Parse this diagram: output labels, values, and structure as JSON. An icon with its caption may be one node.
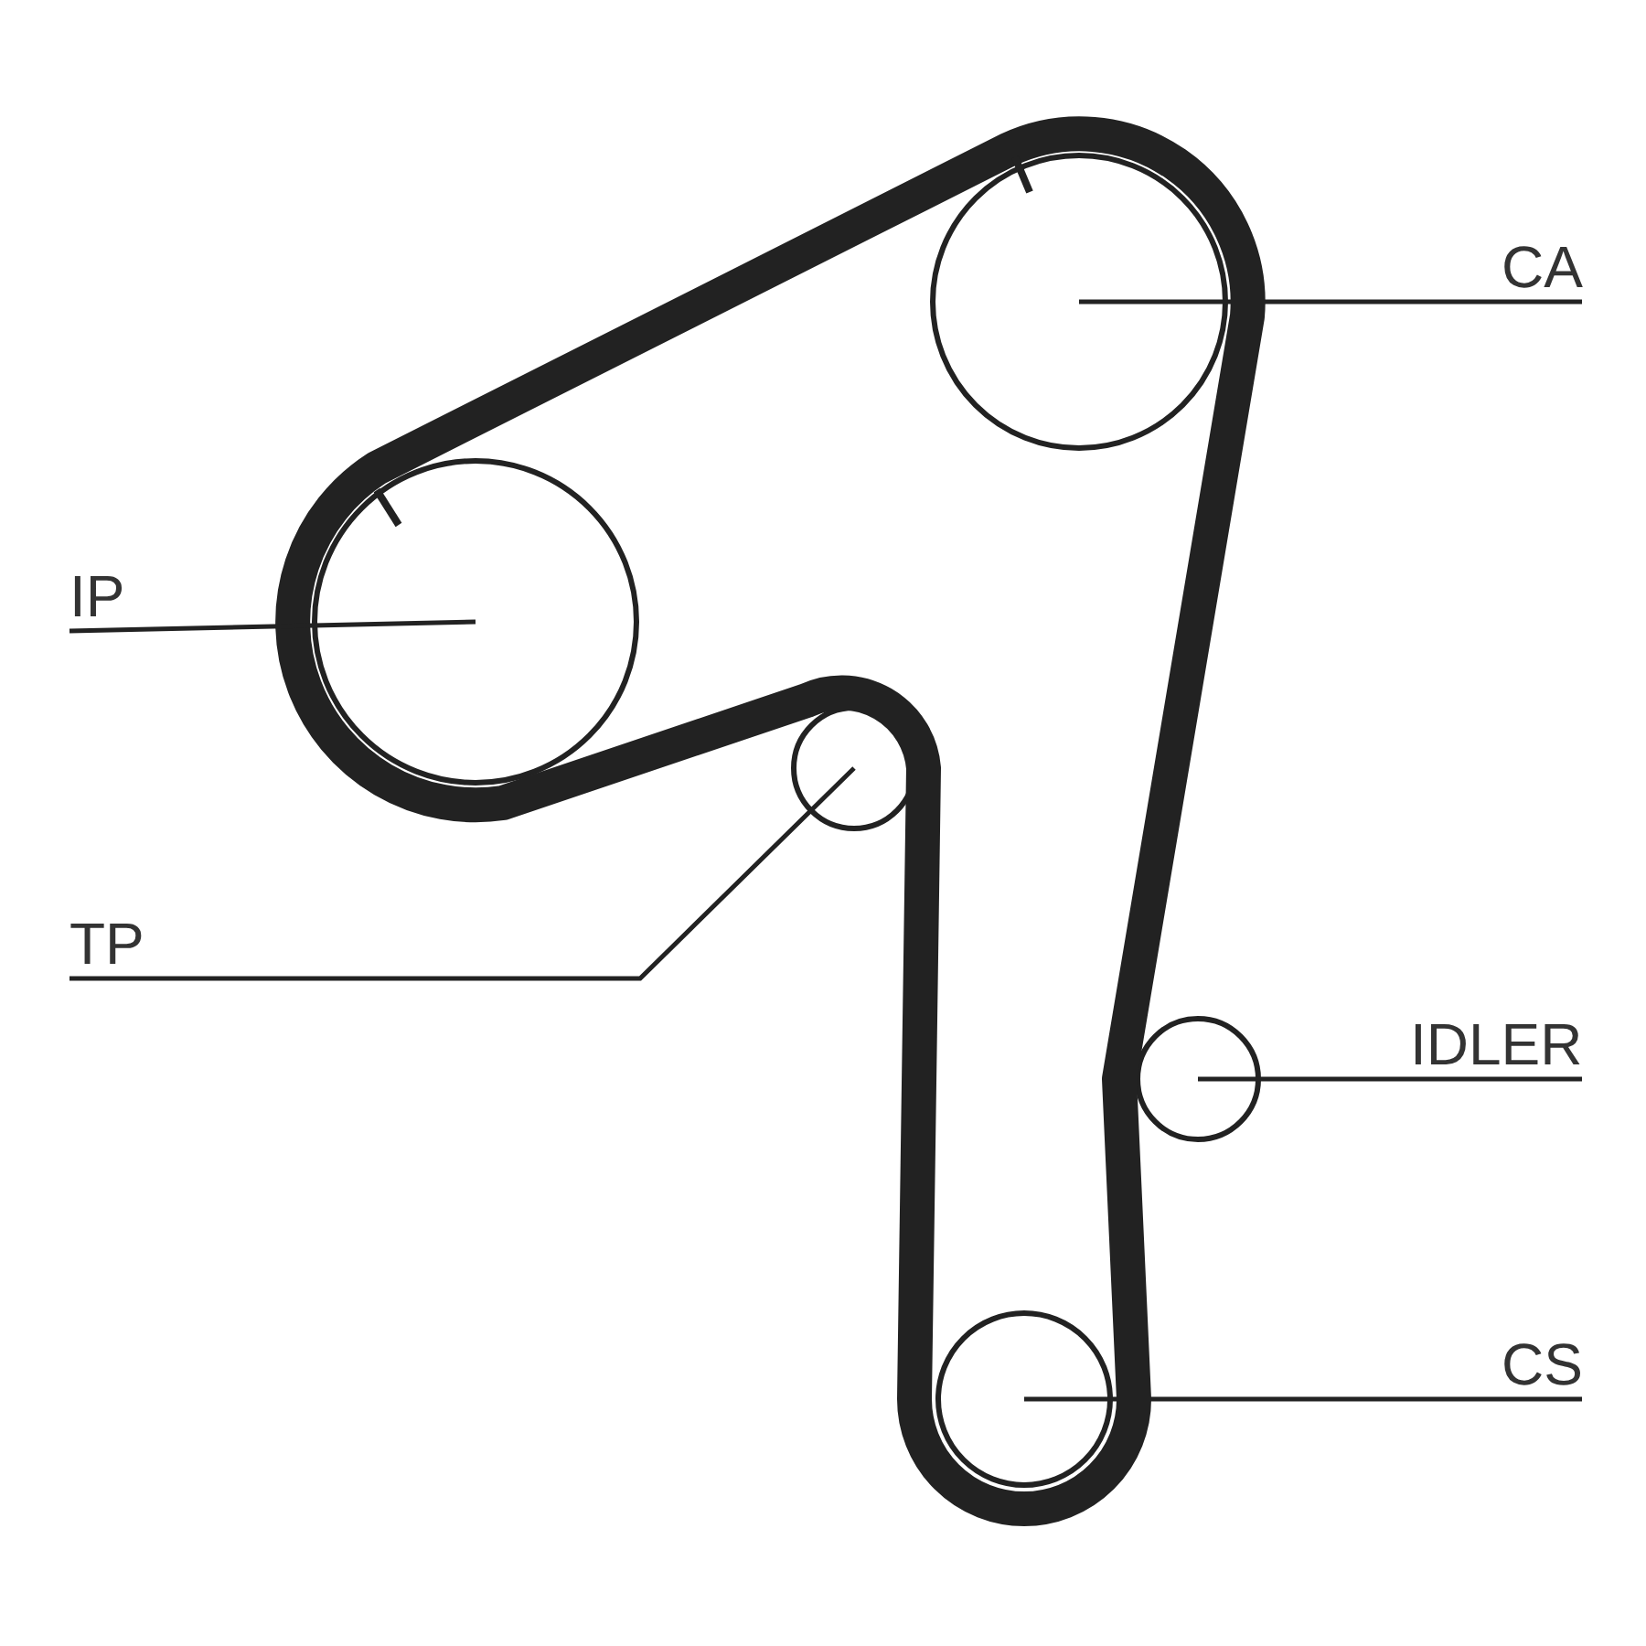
{
  "diagram": {
    "nodes": [
      {
        "text": [
          "CA"
        ]
      },
      {
        "text": [
          "IP"
        ]
      },
      {
        "text": [
          "TP"
        ]
      },
      {
        "text": [
          "IDLER"
        ]
      },
      {
        "text": [
          "CS"
        ]
      },
      {
        "text": [],
        "shape": "circle"
      },
      {
        "text": [],
        "shape": "circle"
      },
      {
        "text": [],
        "shape": "circle"
      },
      {
        "text": [],
        "shape": "circle"
      },
      {
        "text": [],
        "shape": "circle"
      }
    ],
    "edges": [
      {
        "from": 0,
        "to": 5,
        "arrow": "none"
      },
      {
        "from": 1,
        "to": 6,
        "arrow": "none"
      },
      {
        "from": 2,
        "to": 7,
        "arrow": "none"
      },
      {
        "from": 3,
        "to": 8,
        "arrow": "none"
      },
      {
        "from": 4,
        "to": 9,
        "arrow": "none"
      }
    ]
  }
}
